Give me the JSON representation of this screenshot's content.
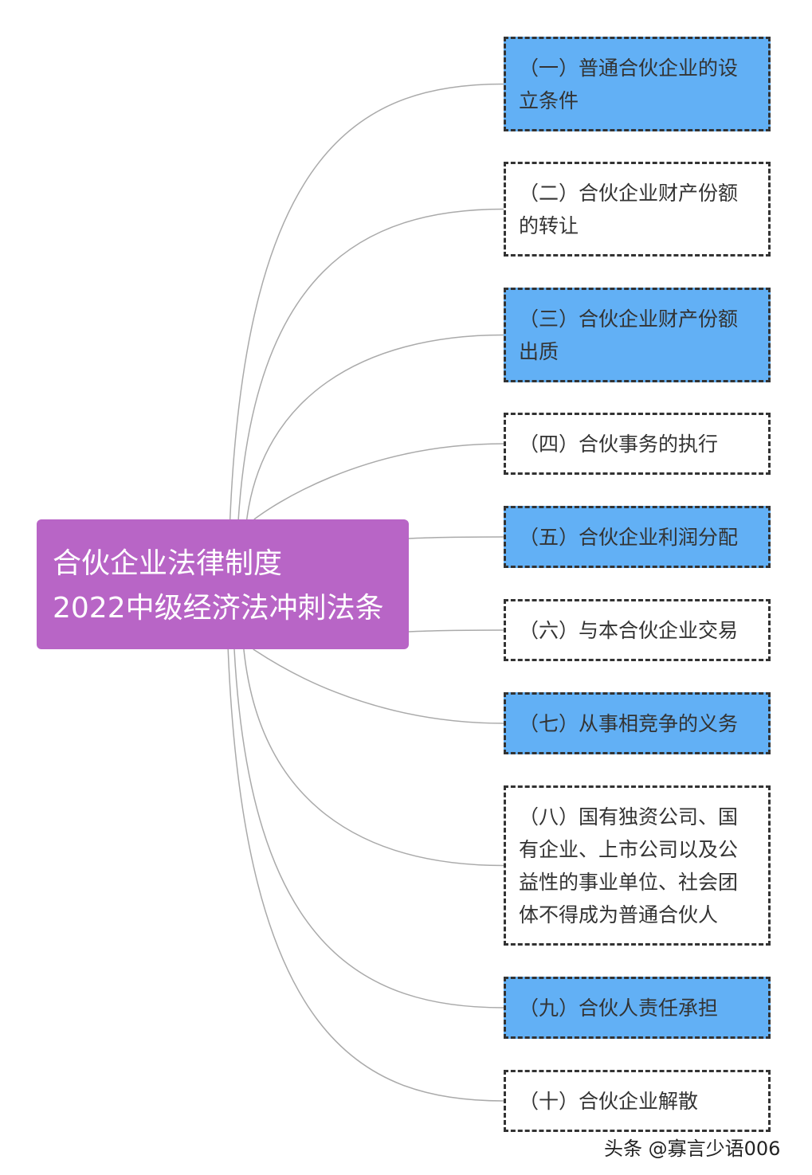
{
  "root": {
    "line1": "合伙企业法律制度",
    "line2": "2022中级经济法冲刺法条",
    "color": "#b865c6"
  },
  "colors": {
    "blue_node": "#62b0f5",
    "white_node": "#ffffff",
    "border": "#333333",
    "connector": "#aaaaaa"
  },
  "branches": [
    {
      "label": "（一）普通合伙企业的设立条件",
      "style": "blue"
    },
    {
      "label": "（二）合伙企业财产份额的转让",
      "style": "white"
    },
    {
      "label": "（三）合伙企业财产份额出质",
      "style": "blue"
    },
    {
      "label": "（四）合伙事务的执行",
      "style": "white"
    },
    {
      "label": "（五）合伙企业利润分配",
      "style": "blue"
    },
    {
      "label": "（六）与本合伙企业交易",
      "style": "white"
    },
    {
      "label": "（七）从事相竞争的义务",
      "style": "blue"
    },
    {
      "label": "（八）国有独资公司、国有企业、上市公司以及公益性的事业单位、社会团体不得成为普通合伙人",
      "style": "white"
    },
    {
      "label": "（九）合伙人责任承担",
      "style": "blue"
    },
    {
      "label": "（十）合伙企业解散",
      "style": "white"
    }
  ],
  "watermark": "头条 @寡言少语006"
}
